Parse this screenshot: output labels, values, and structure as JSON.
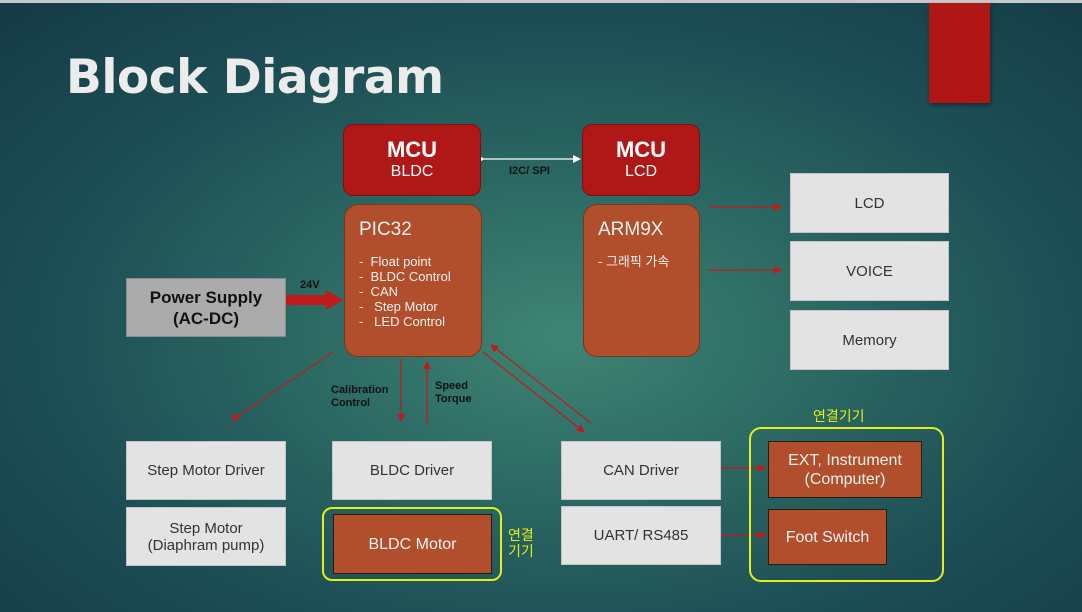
{
  "slide": {
    "title": "Block Diagram"
  },
  "mcu_bldc": {
    "title": "MCU",
    "sub": "BLDC"
  },
  "mcu_lcd": {
    "title": "MCU",
    "sub": "LCD"
  },
  "bus_label": "I2C/ SPI",
  "pic32": {
    "name": "PIC32",
    "features": [
      "-  Float point",
      "-  BLDC Control",
      "-  CAN",
      "-   Step Motor",
      "-   LED Control"
    ]
  },
  "arm9x": {
    "name": "ARM9X",
    "features": [
      "- 그래픽 가속"
    ]
  },
  "power_supply": {
    "line1": "Power Supply",
    "line2": "(AC-DC)",
    "voltage_label": "24V"
  },
  "peripherals": {
    "lcd": "LCD",
    "voice": "VOICE",
    "memory": "Memory"
  },
  "labels": {
    "calibration_line1": "Calibration",
    "calibration_line2": "Control",
    "speed_line1": "Speed",
    "speed_line2": "Torque"
  },
  "drivers": {
    "step_motor_driver": "Step Motor Driver",
    "step_motor_line1": "Step Motor",
    "step_motor_line2": "(Diaphram pump)",
    "bldc_driver": "BLDC Driver",
    "bldc_motor": "BLDC Motor",
    "can_driver": "CAN Driver",
    "uart": "UART/ RS485"
  },
  "connected_devices": {
    "label_top": "연결기기",
    "label_side_line1": "연결",
    "label_side_line2": "기기",
    "ext_line1": "EXT, Instrument",
    "ext_line2": "(Computer)",
    "foot_switch": "Foot Switch"
  },
  "colors": {
    "background": "#2a6762",
    "accent_red": "#b01616",
    "block_orange": "#b14e2b",
    "block_gray": "#e3e3e3",
    "highlight_yellow": "#e4ee1a",
    "arrow_red": "#c01a1a"
  }
}
